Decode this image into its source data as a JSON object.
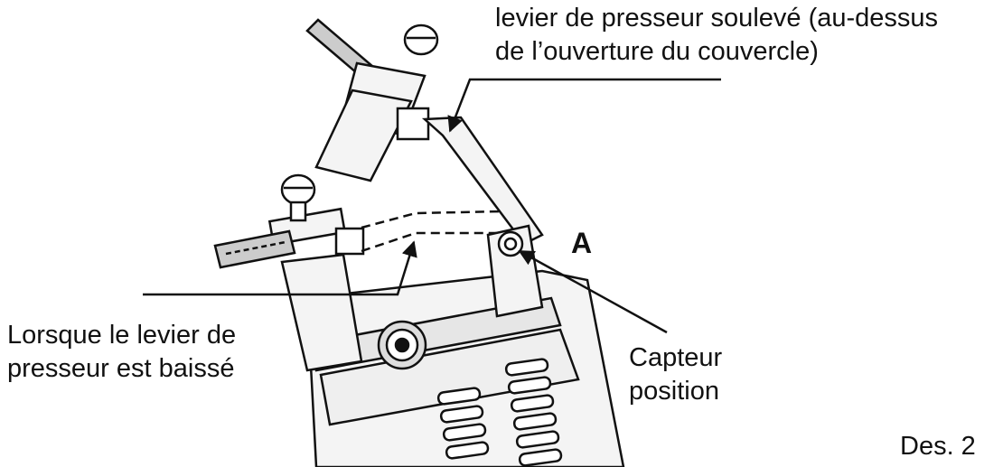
{
  "labels": {
    "raised": {
      "line1": "levier de presseur soulevé (au-dessus",
      "line2": "de l’ouverture du couvercle)"
    },
    "lowered": {
      "line1": "Lorsque le levier de",
      "line2": "presseur est baissé"
    },
    "sensor": {
      "line1": "Capteur",
      "line2": "position"
    },
    "point": "A",
    "figure": "Des. 2"
  },
  "colors": {
    "line": "#111111",
    "fill_light": "#f2f2f2",
    "fill_mid": "#d9d9d9",
    "background": "#ffffff"
  }
}
